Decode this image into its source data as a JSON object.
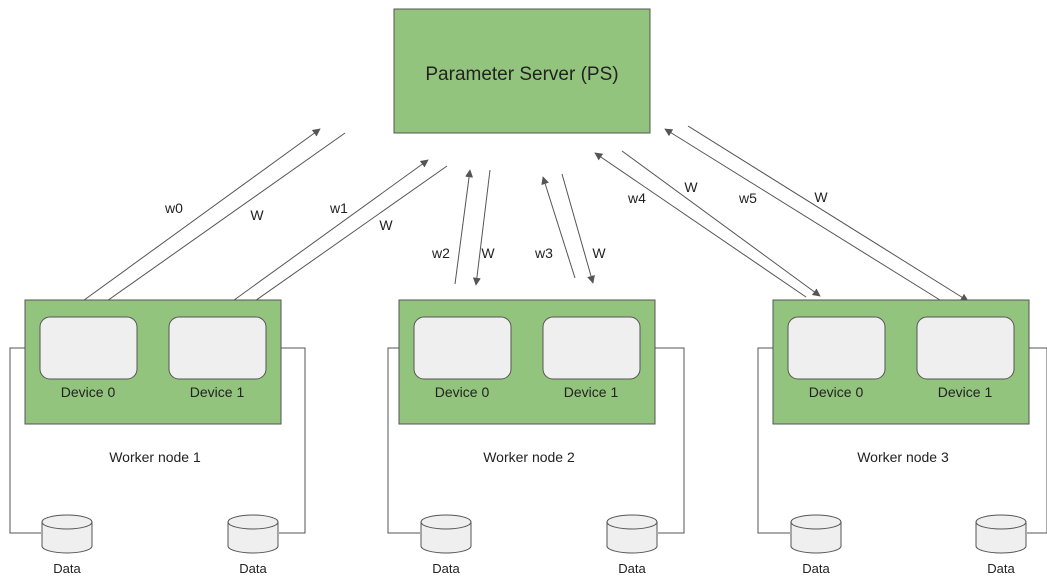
{
  "colors": {
    "box_fill": "#93c47d",
    "box_stroke": "#555555",
    "device_fill": "#efefef",
    "line": "#555555"
  },
  "parameter_server": {
    "label": "Parameter Server (PS)"
  },
  "workers": [
    {
      "label": "Worker node 1",
      "devices": [
        "Device 0",
        "Device 1"
      ],
      "data_labels": [
        "Data",
        "Data"
      ]
    },
    {
      "label": "Worker node 2",
      "devices": [
        "Device 0",
        "Device 1"
      ],
      "data_labels": [
        "Data",
        "Data"
      ]
    },
    {
      "label": "Worker node 3",
      "devices": [
        "Device 0",
        "Device 1"
      ],
      "data_labels": [
        "Data",
        "Data"
      ]
    }
  ],
  "arrows": [
    {
      "up": "w0",
      "down": "W"
    },
    {
      "up": "w1",
      "down": "W"
    },
    {
      "up": "w2",
      "down": "W"
    },
    {
      "up": "w3",
      "down": "W"
    },
    {
      "up": "w4",
      "down": "W"
    },
    {
      "up": "w5",
      "down": "W"
    }
  ]
}
